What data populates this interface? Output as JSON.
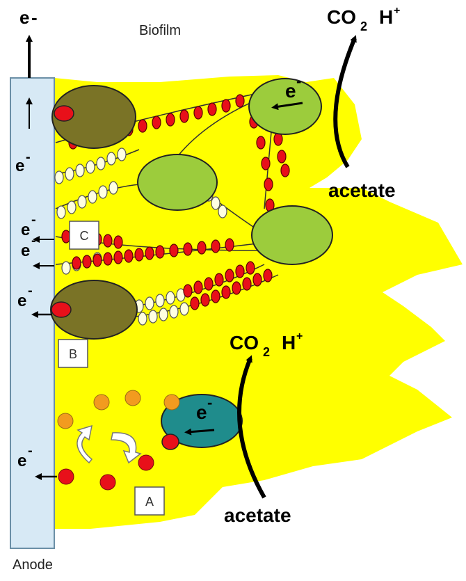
{
  "labels": {
    "biofilm": "Biofilm",
    "anode": "Anode",
    "electron": "e",
    "minus": "-",
    "co2": "CO",
    "co2_sub": "2",
    "proton": "H",
    "proton_sup": "+",
    "acetate": "acetate",
    "box_a": "A",
    "box_b": "B",
    "box_c": "C"
  },
  "colors": {
    "biofilm": "#ffff00",
    "anode": "#d7e9f5",
    "cell_green": "#9ccc3c",
    "cell_olive": "#7a7326",
    "cell_teal": "#1f8c8c",
    "cytochrome": "#e8101a",
    "mediator_oxidized": "#f29b1f",
    "pilus_white": "#ffffe0"
  }
}
